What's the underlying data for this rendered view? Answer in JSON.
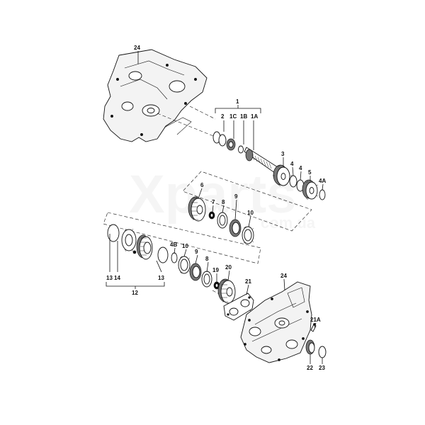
{
  "watermark": {
    "main": "Xparts",
    "sub": "com.ua"
  },
  "labels": {
    "l24a": "24",
    "l1": "1",
    "l2": "2",
    "l1c": "1C",
    "l1b": "1B",
    "l1a": "1A",
    "l3": "3",
    "l4a": "4",
    "l4b": "4",
    "l5": "5",
    "l4A": "4A",
    "l6": "6",
    "l7": "7",
    "l8a": "8",
    "l9a": "9",
    "l10a": "10",
    "l13a": "13",
    "l14": "14",
    "l13b": "13",
    "l12": "12",
    "l4B": "4B",
    "l10b": "10",
    "l9b": "9",
    "l8b": "8",
    "l19": "19",
    "l20": "20",
    "l21": "21",
    "l24b": "24",
    "l21A": "21A",
    "l22": "22",
    "l23": "23"
  },
  "colors": {
    "ink": "#111111",
    "paper": "#ffffff",
    "shade": "#f3f3f3"
  }
}
